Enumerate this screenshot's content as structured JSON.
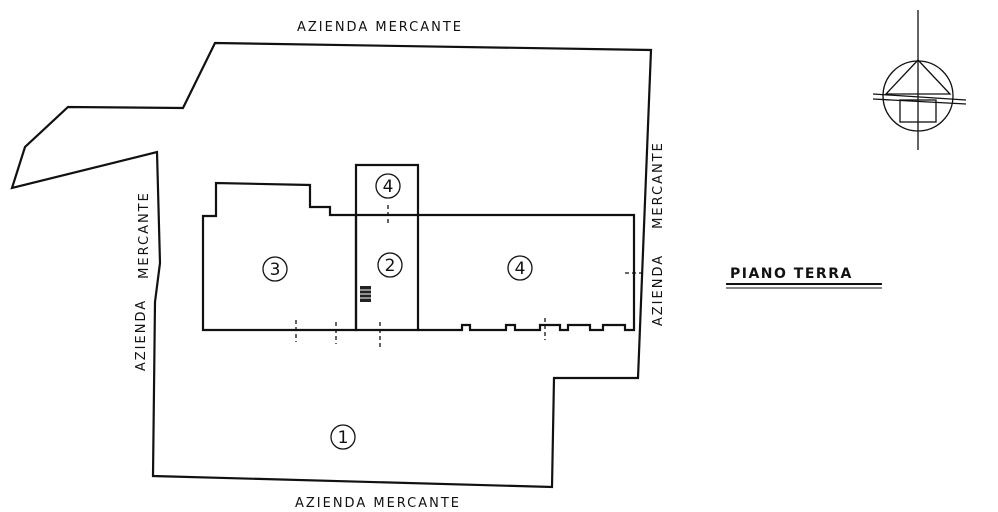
{
  "labels": {
    "top": "AZIENDA MERCANTE",
    "bottom": "AZIENDA MERCANTE",
    "left_upper": "MERCANTE",
    "left_lower": "AZIENDA",
    "right_upper": "MERCANTE",
    "right_lower": "AZIENDA"
  },
  "title": "PIANO TERRA",
  "areas": {
    "a1": "1",
    "a2": "2",
    "a3": "3",
    "a4_main": "4",
    "a4_small": "4"
  },
  "compass": {
    "icon": "north-arrow-icon"
  }
}
